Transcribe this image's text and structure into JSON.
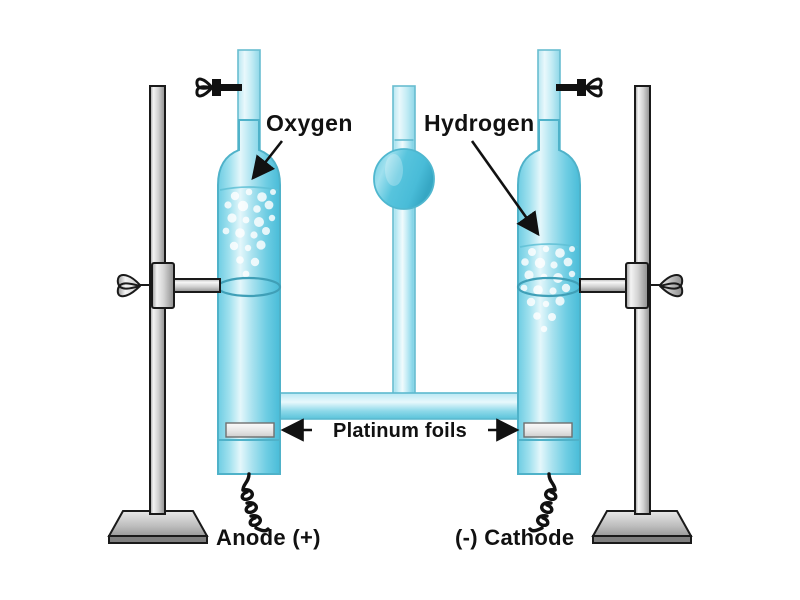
{
  "diagram": {
    "title": "Hofmann voltameter electrolysis of water apparatus",
    "background_color": "#ffffff",
    "labels": {
      "oxygen": "Oxygen",
      "hydrogen": "Hydrogen",
      "platinum_foils": "Platinum foils",
      "anode": "Anode (+)",
      "cathode": "(-) Cathode"
    },
    "colors": {
      "liquid_light": "#cdeef5",
      "liquid_mid": "#79d2e6",
      "liquid_deep": "#49bcd8",
      "glass_outline": "#5aa9bd",
      "metal_light": "#f2f2f2",
      "metal_mid": "#c8c8c8",
      "metal_dark": "#8c8c8c",
      "outline_black": "#111111",
      "foil_fill": "#ededed",
      "bubble": "#ffffff"
    },
    "components": {
      "left_tube": "oxygen collection tube",
      "right_tube": "hydrogen collection tube",
      "center_tube": "central filling tube with bulb",
      "left_stopcock": "stopcock-valve",
      "right_stopcock": "stopcock-valve",
      "left_stand": "retort stand with base",
      "right_stand": "retort stand with base",
      "left_clamp": "clamp with wing nut",
      "right_clamp": "clamp with wing nut",
      "left_foil": "platinum foil electrode",
      "right_foil": "platinum foil electrode",
      "left_wire": "coiled lead wire",
      "right_wire": "coiled lead wire"
    }
  }
}
